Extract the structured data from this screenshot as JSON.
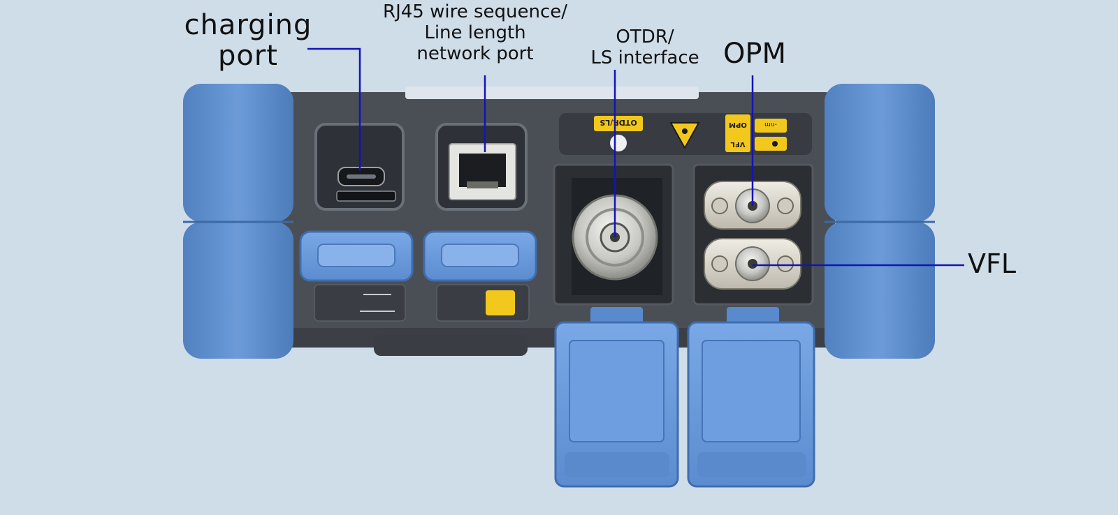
{
  "callouts": {
    "charging": [
      "charging",
      "port"
    ],
    "rj45": [
      "RJ45 wire sequence/",
      "Line length",
      "network port"
    ],
    "otdr": [
      "OTDR/",
      "LS interface"
    ],
    "opm": "OPM",
    "vfl": "VFL"
  },
  "device_labels": {
    "otdr_ls": "OTDR/LS",
    "opm": "OPM",
    "vfl": "VFL",
    "wavelength": "-nm"
  },
  "colors": {
    "background": "#cfdde9",
    "bumper": "#5f8fcc",
    "body": "#4a4f56",
    "leader_line": "#1414b4",
    "warning_yellow": "#f2c81c",
    "cap_blue": "#6d9ce0"
  }
}
